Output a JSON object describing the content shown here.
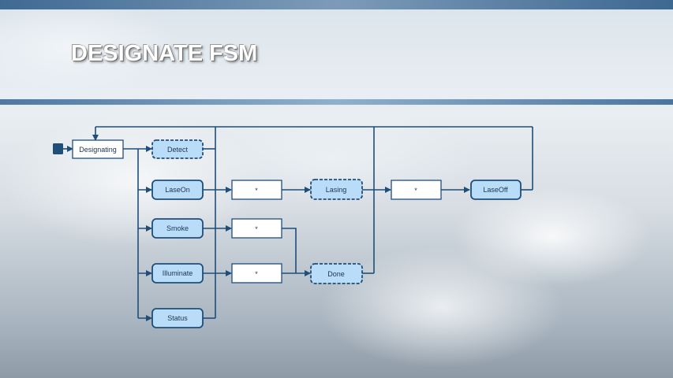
{
  "slide": {
    "title": "DESIGNATE FSM"
  },
  "diagram": {
    "nodes": {
      "designating": "Designating",
      "detect": "Detect",
      "laseon": "LaseOn",
      "smoke": "Smoke",
      "illuminate": "Illuminate",
      "status": "Status",
      "any1": "*",
      "any2": "*",
      "any3": "*",
      "any4": "*",
      "lasing": "Lasing",
      "done": "Done",
      "laseoff": "LaseOff"
    },
    "colors": {
      "line": "#1f4e79",
      "state_fill": "#b9dcf9",
      "plain_fill": "#ffffff",
      "start_fill": "#1f4e79"
    }
  }
}
